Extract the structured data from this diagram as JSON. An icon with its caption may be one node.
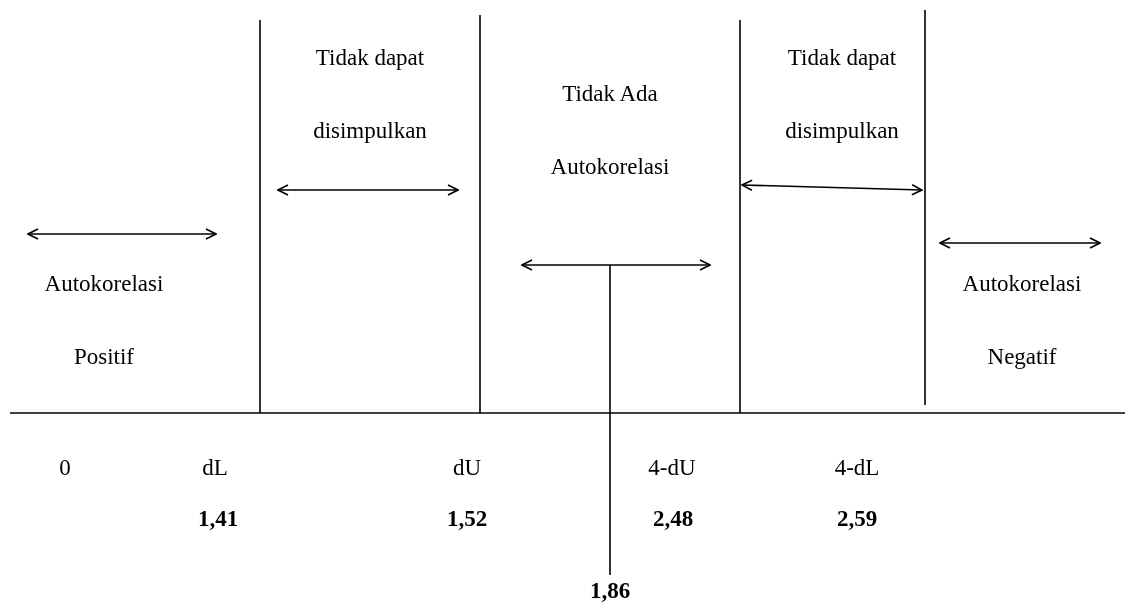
{
  "diagram": {
    "labels": [
      "Tidak dapat disimpulkan",
      "Tidak Ada Autokorelasi",
      "Tidak dapat disimpulkan",
      "Autokorelasi Positif",
      "Autokorelasi Negatif",
      "0",
      "dL",
      "dU",
      "4-dU",
      "4-dL",
      "1,41",
      "1,52",
      "2,48",
      "2,59",
      "1,86"
    ]
  }
}
